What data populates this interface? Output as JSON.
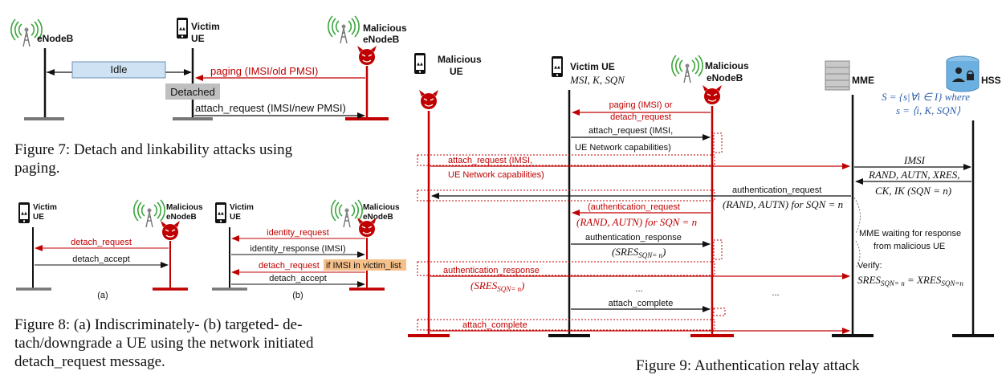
{
  "fig7": {
    "entities": {
      "enb": "eNodeB",
      "victim1": "Victim",
      "victim2": "UE",
      "mal1": "Malicious",
      "mal2": "eNodeB"
    },
    "idle": "Idle",
    "paging": "paging (IMSI/old PMSI)",
    "detached": "Detached",
    "attach": "attach_request (IMSI/new PMSI)",
    "caption1": "Figure 7: Detach and linkability attacks using",
    "caption2": "paging."
  },
  "fig8": {
    "a": {
      "victim1": "Victim",
      "victim2": "UE",
      "mal1": "Malicious",
      "mal2": "eNodeB",
      "detach_request": "detach_request",
      "detach_accept": "detach_accept",
      "label": "(a)"
    },
    "b": {
      "victim1": "Victim",
      "victim2": "UE",
      "mal1": "Malicious",
      "mal2": "eNodeB",
      "identity_request": "identity_request",
      "identity_response": "identity_response (IMSI)",
      "detach_request": "detach_request",
      "condition": "if IMSI in victim_list",
      "detach_accept": "detach_accept",
      "label": "(b)"
    },
    "caption1": "Figure 8: (a) Indiscriminately- (b) targeted- de-",
    "caption2": "tach/downgrade a UE using the network initiated",
    "caption3": "detach_request message."
  },
  "fig9": {
    "entities": {
      "mal_ue1": "Malicious",
      "mal_ue2": "UE",
      "victim1": "Victim UE",
      "victim2": "MSI, K, SQN",
      "mal_enb1": "Malicious",
      "mal_enb2": "eNodeB",
      "mme": "MME",
      "hss": "HSS"
    },
    "hss_set1": "S = {s|∀i ∈ I} where",
    "hss_set2": "s = ⟨i, K, SQN⟩",
    "paging1": "paging (IMSI) or",
    "paging2": "detach_request",
    "attach_req1": "attach_request (IMSI,",
    "attach_req2": "UE Network capabilities)",
    "attach_req_r1": "attach_request (IMSI,",
    "attach_req_r2": "UE Network capabilities)",
    "imsi": "IMSI",
    "hss_resp1": "RAND, AUTN, XRES,",
    "hss_resp2": "CK, IK (SQN = n)",
    "auth_req1": "authentication_request",
    "auth_req2": "(RAND, AUTN) for SQN = n",
    "auth_req_r1": "(authentication_request",
    "auth_req_r2": "(RAND, AUTN) for SQN = n",
    "auth_resp1": "authentication_response",
    "auth_resp2": "(SRES",
    "auth_resp2_sub": "SQN= n",
    "auth_resp2_end": ")",
    "mme_wait1": "MME waiting for response",
    "mme_wait2": "from malicious UE",
    "auth_resp_r1": "authentication_response",
    "auth_resp_r2": "(SRES",
    "auth_resp_r2_sub": "SQN= n",
    "auth_resp_r2_end": ")",
    "verify": "Verify:",
    "verify_eq_a": "SRES",
    "verify_eq_a_sub": "SQN= n",
    "verify_eq_b": " = XRES",
    "verify_eq_b_sub": "SQN=n",
    "dots1": "...",
    "dots2": "...",
    "attach_complete": "attach_complete",
    "attach_complete_r": "attach_complete",
    "caption": "Figure 9: Authentication relay attack"
  }
}
